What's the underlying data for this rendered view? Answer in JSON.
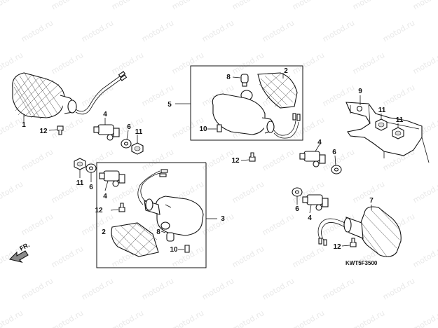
{
  "diagram_code": "KWT5F3500",
  "direction_label": "FR.",
  "watermark": "motod.ru",
  "callouts": [
    "1",
    "2",
    "3",
    "4",
    "5",
    "6",
    "7",
    "8",
    "9",
    "10",
    "11",
    "12"
  ]
}
